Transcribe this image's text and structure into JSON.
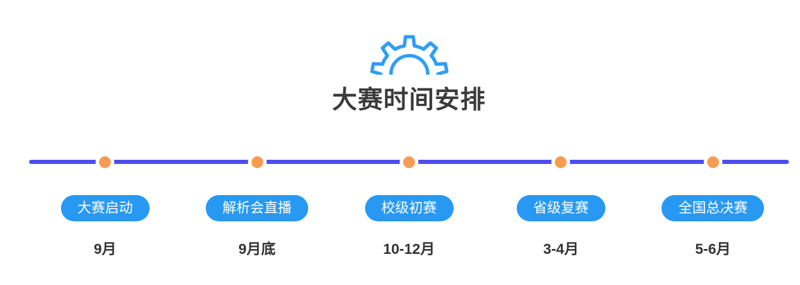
{
  "header": {
    "title": "大赛时间安排",
    "icon": "gear-icon"
  },
  "colors": {
    "accent_blue": "#2899f3",
    "line_indigo": "#4d4df0",
    "dot_orange": "#f99c53",
    "title_text": "#3a3a3a",
    "date_text": "#333333"
  },
  "timeline": {
    "stages": [
      {
        "label": "大赛启动",
        "date": "9月"
      },
      {
        "label": "解析会直播",
        "date": "9月底"
      },
      {
        "label": "校级初赛",
        "date": "10-12月"
      },
      {
        "label": "省级复赛",
        "date": "3-4月"
      },
      {
        "label": "全国总决赛",
        "date": "5-6月"
      }
    ]
  }
}
